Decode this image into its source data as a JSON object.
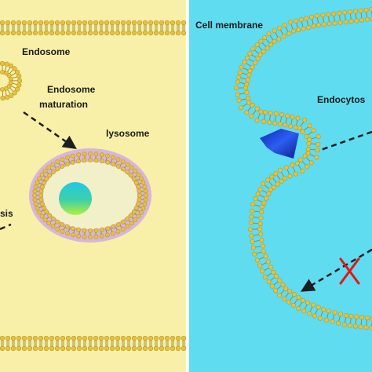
{
  "left_panel": {
    "background": "#f8f0a8",
    "labels": {
      "endosome": "Endosome",
      "maturation_line1": "Endosome",
      "maturation_line2": "maturation",
      "lysosome": "lysosome",
      "partial_left": "sis"
    }
  },
  "right_panel": {
    "background": "#5fdcef",
    "labels": {
      "cell_membrane": "Cell membrane",
      "endocytosis": "Endocytos"
    }
  },
  "colors": {
    "lipid_head": "#e8c238",
    "lipid_head_stroke": "#b8952a",
    "tail": "#8a7d3a",
    "lysosome_fill": "#d7b6da",
    "lysosome_inner": "#f2f0c8",
    "arrow": "#1e1e1e",
    "cross": "#e01818",
    "drug_particle": "#1a3fd6"
  }
}
